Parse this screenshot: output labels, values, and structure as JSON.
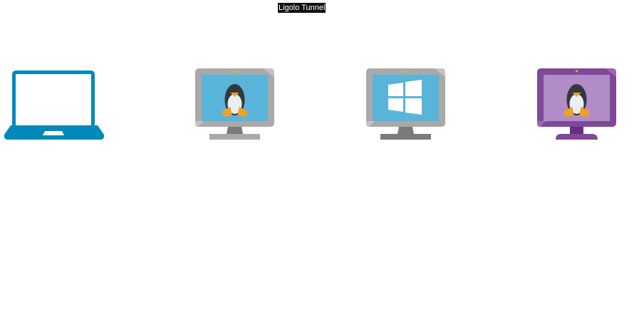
{
  "diagram": {
    "title": "Ligolo Tunnel",
    "nodes": [
      {
        "id": "attacker-laptop",
        "kind": "laptop",
        "icon": "laptop-icon",
        "color": "#0089BA"
      },
      {
        "id": "linux-host-1",
        "kind": "monitor",
        "os": "linux",
        "icon": "linux-penguin-icon",
        "frame_color": "#A9A9A9",
        "screen_color": "#59B4D9"
      },
      {
        "id": "windows-host",
        "kind": "monitor",
        "os": "windows",
        "icon": "windows-logo-icon",
        "frame_color": "#A9A9A9",
        "screen_color": "#59B4D9"
      },
      {
        "id": "linux-host-2",
        "kind": "monitor",
        "os": "linux",
        "icon": "linux-penguin-icon",
        "frame_color": "#804998",
        "screen_color": "#B18DC7"
      }
    ],
    "colors": {
      "title_bg": "#111111",
      "title_fg": "#FFFFFF",
      "led": "#B8D432",
      "penguin_body": "#32383E",
      "penguin_belly": "#E8EEF2",
      "penguin_feet": "#F0A21E"
    }
  }
}
